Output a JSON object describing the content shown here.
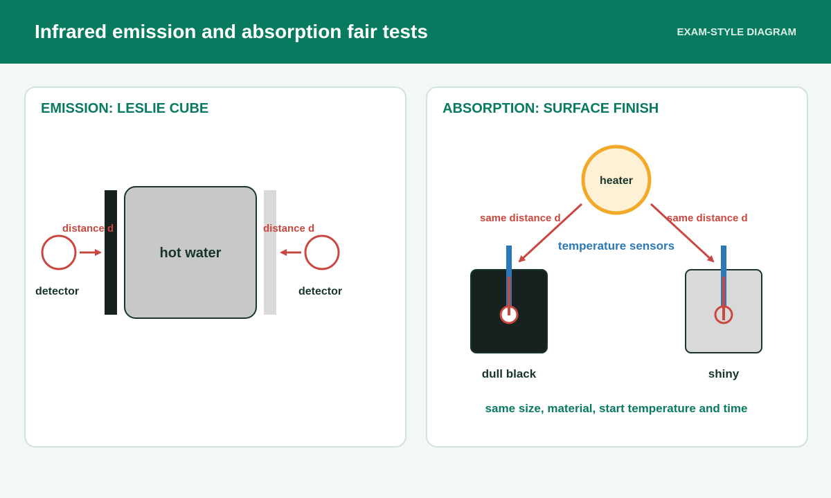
{
  "header": {
    "title": "Infrared emission and absorption fair tests",
    "tag": "EXAM-STYLE DIAGRAM"
  },
  "emission": {
    "title": "EMISSION: LESLIE CUBE",
    "cube_label": "hot water",
    "left_distance_label": "distance d",
    "right_distance_label": "distance d",
    "left_detector_label": "detector",
    "right_detector_label": "detector"
  },
  "absorption": {
    "title": "ABSORPTION: SURFACE FINISH",
    "heater_label": "heater",
    "left_distance_label": "same distance d",
    "right_distance_label": "same distance d",
    "sensors_label": "temperature sensors",
    "left_plate_label": "dull black",
    "right_plate_label": "shiny",
    "controls_note": "same size, material, start temperature and time"
  },
  "colors": {
    "brand_green": "#087a60",
    "arrow_red": "#c9473f",
    "sensor_blue": "#2a78b7",
    "dark_surface": "#17211e",
    "cube_grey": "#c8c8c8",
    "shiny_surface": "#d9d9d9",
    "heater_fill": "#fff1d6",
    "heater_ring": "#f2a828",
    "text_dark": "#17352d"
  }
}
